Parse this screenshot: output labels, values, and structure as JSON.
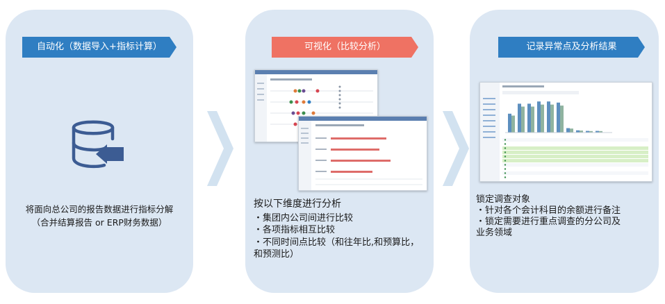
{
  "panels": [
    {
      "banner": "自动化（数据导入+指标计算）",
      "icon": "database-import-icon",
      "text": [
        "将面向总公司的报告数据进行指标分解",
        "（合并结算报告 or ERP财务数据）"
      ]
    },
    {
      "banner": "可视化（比较分析）",
      "lead": "按以下维度进行分析",
      "items": [
        "・集团内公司间进行比较",
        "・各项指标相互比较",
        "・不同时间点比较（和往年比,和预算比，",
        "和预测比）"
      ]
    },
    {
      "banner": "记录异常点及分析结果",
      "lead": "锁定调查对象",
      "items": [
        "・针对各个会计科目的余额进行备注",
        "・锁定需要进行重点调查的分公司及",
        "业务领域"
      ]
    }
  ],
  "colors": {
    "panel": "#dce7f3",
    "banner_blue": "#2f7ec2",
    "banner_red": "#ef7263",
    "arrow": "#d2e2f0",
    "icon": "#3c5c93"
  },
  "screenshot_chart": {
    "type": "bar",
    "values": [
      34,
      52,
      52,
      56,
      56,
      54,
      8,
      4,
      3,
      3
    ]
  }
}
